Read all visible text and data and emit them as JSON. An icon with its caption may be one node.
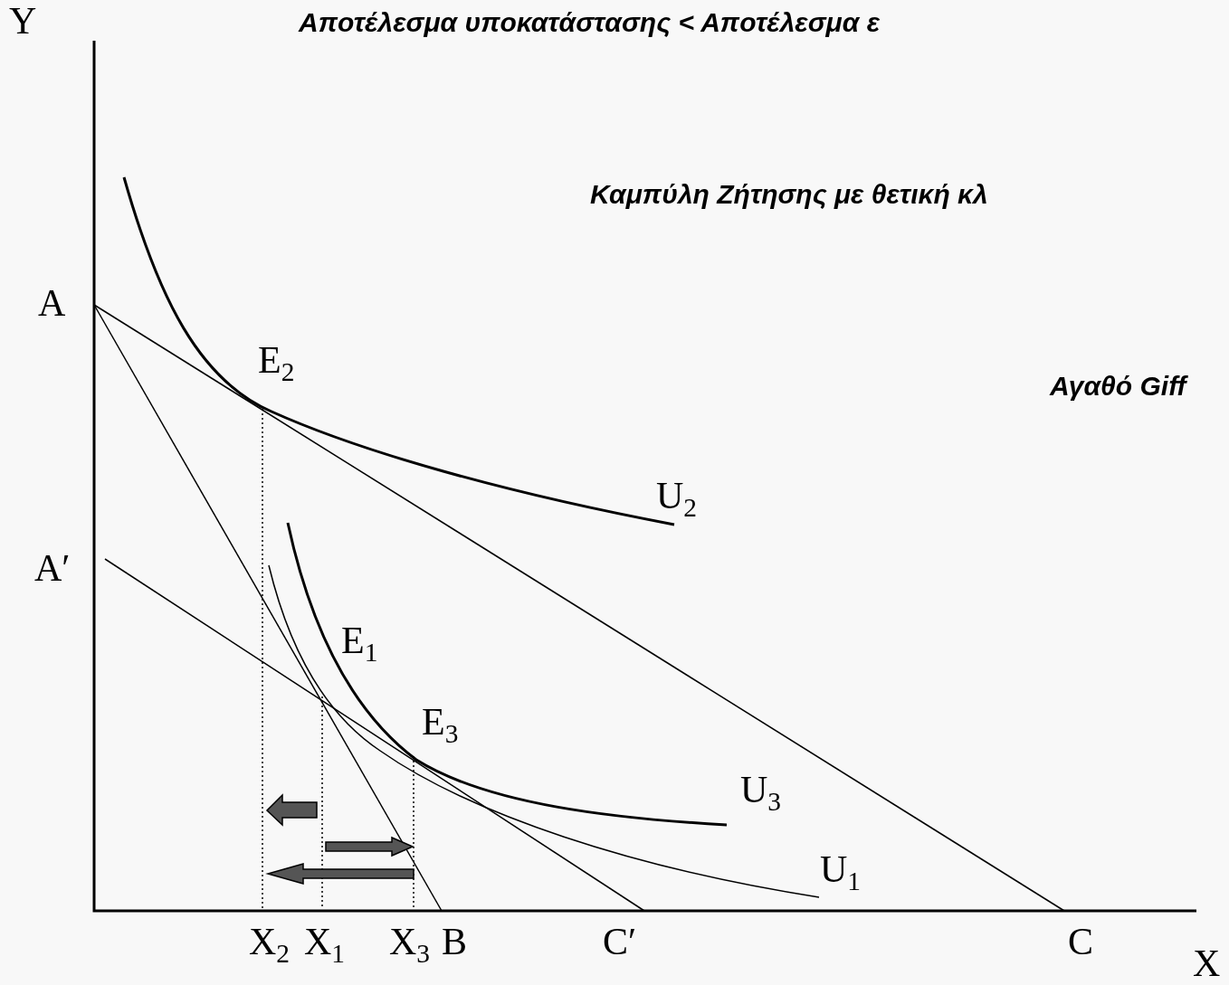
{
  "diagram": {
    "labels": [
      "Y",
      "Αποτέλεσμα υποκατάστασης < Αποτέλεσμα ε",
      "Καμπύλη Ζήτησης με θετική κλ",
      "A",
      "E$_{2}$",
      "Αγαθό Giff",
      "U$_{2}$",
      "A′",
      "E$_{1}$",
      "E$_{3}$",
      "U$_{3}$",
      "U$_{1}$",
      "X$_{2}$",
      "X$_{1}$",
      "X$_{3}$",
      "B",
      "C′",
      "C",
      "X"
    ]
  }
}
